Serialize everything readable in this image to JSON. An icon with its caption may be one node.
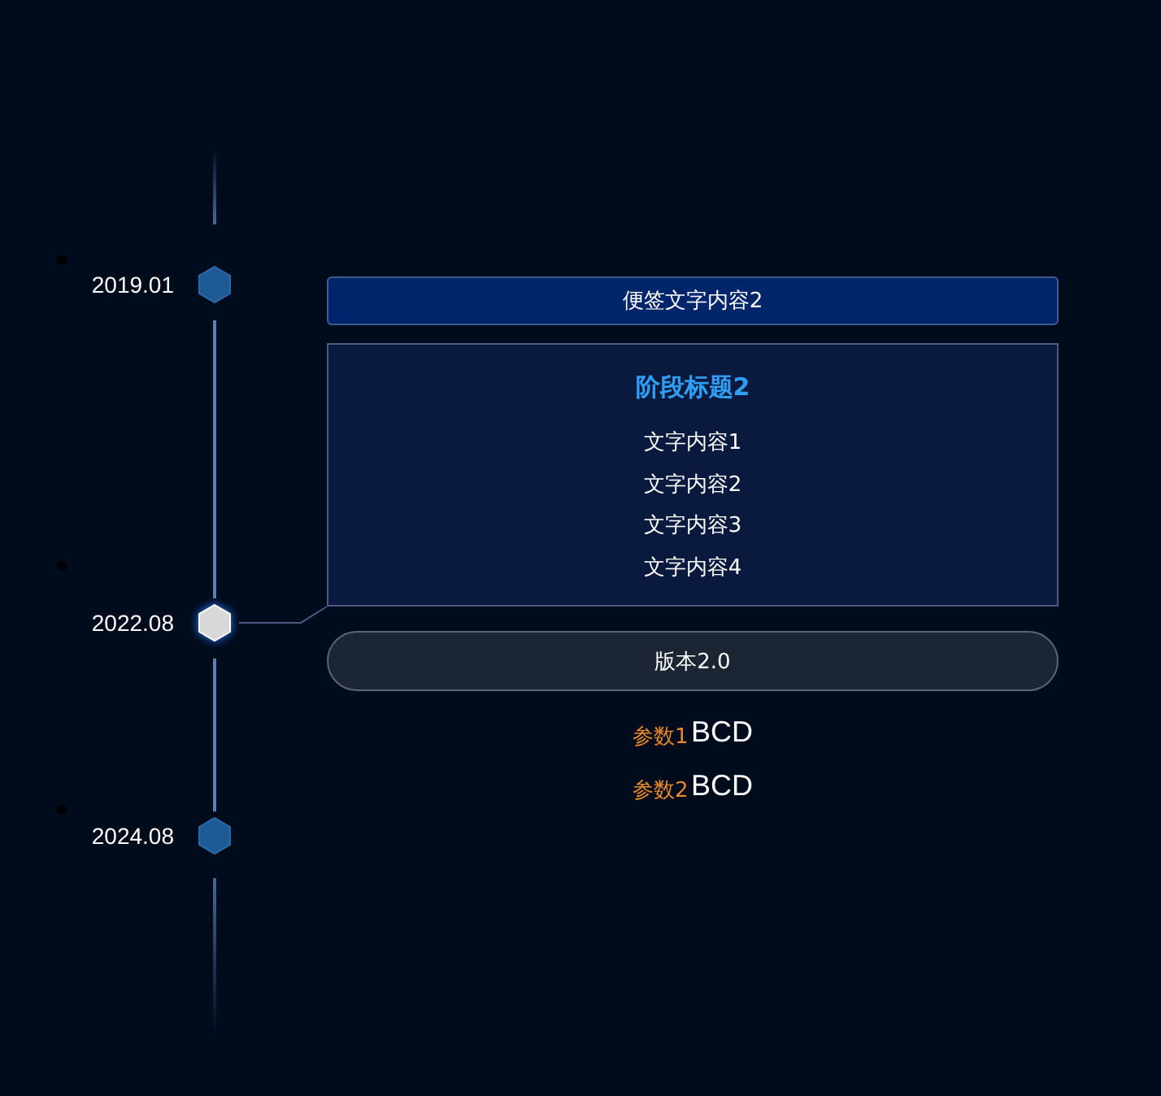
{
  "diagram": {
    "nodes": [
      {
        "text": [],
        "shape": "hexagon",
        "beside": [
          "2019.01"
        ]
      },
      {
        "text": [],
        "shape": "hexagon",
        "beside": [
          "2022.08"
        ]
      },
      {
        "text": [],
        "shape": "hexagon",
        "beside": [
          "2024.08"
        ]
      },
      {
        "text": [
          "便签文字内容2"
        ]
      },
      {
        "text": [
          "阶段标题2",
          "文字内容1",
          "文字内容2",
          "文字内容3",
          "文字内容4"
        ]
      },
      {
        "text": [
          "版本2.0"
        ]
      }
    ],
    "edges": [
      {
        "from": 0,
        "to": 1,
        "arrow": "none"
      },
      {
        "from": 1,
        "to": 2,
        "arrow": "none"
      },
      {
        "from": 1,
        "to": 4,
        "arrow": "none",
        "color": "#4a5a80"
      }
    ],
    "labels": [
      "参数1",
      "BCD",
      "参数2",
      "BCD"
    ]
  }
}
